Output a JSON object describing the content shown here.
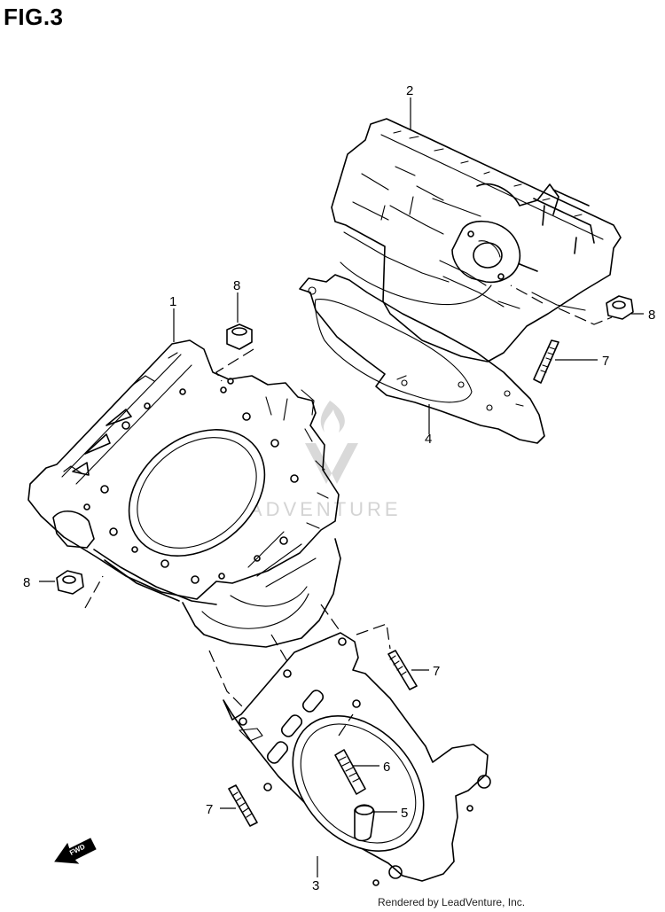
{
  "figure": {
    "title": "FIG.3"
  },
  "watermark": {
    "text": "LEADVENTURE"
  },
  "credit": {
    "text": "Rendered by LeadVenture, Inc."
  },
  "fwd_label": "FWD",
  "callouts": {
    "c1": "1",
    "c2": "2",
    "c3": "3",
    "c4": "4",
    "c5": "5",
    "c6": "6",
    "c7_top": "7",
    "c7_mid": "7",
    "c7_low": "7",
    "c8_top": "8",
    "c8_right": "8",
    "c8_left": "8"
  }
}
